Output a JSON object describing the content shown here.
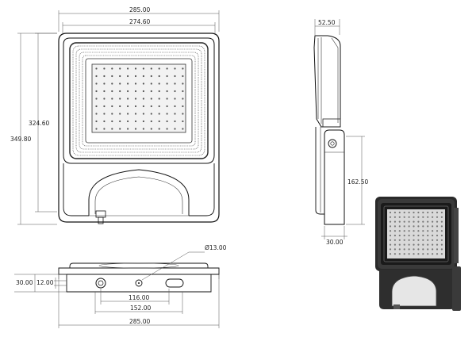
{
  "dimensions": {
    "front_width_outer": "285.00",
    "front_width_inner": "274.60",
    "front_height_outer": "349.80",
    "front_height_inner": "324.60",
    "side_depth": "52.50",
    "bracket_height": "162.50",
    "bracket_depth": "30.00",
    "hole_diameter": "Ø13.00",
    "bottom_height": "30.00",
    "bottom_inner_height": "12.00",
    "bottom_spacing_inner": "116.00",
    "bottom_spacing_outer": "152.00",
    "bottom_width": "285.00"
  },
  "colors": {
    "line": "#111111",
    "panel": "#f2f2f2",
    "render_body": "#2a2a2a",
    "render_face": "#d9d9d9"
  }
}
